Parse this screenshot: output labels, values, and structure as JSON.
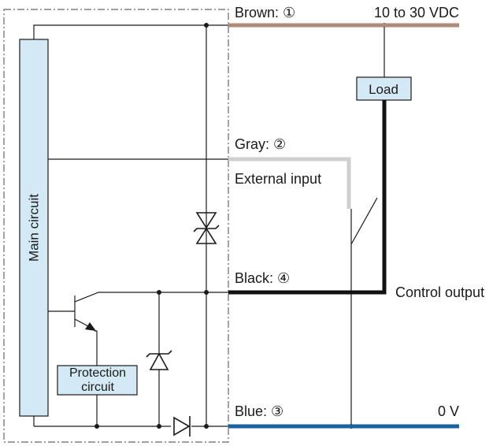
{
  "labels": {
    "brown": "Brown: ①",
    "supply": "10 to 30 VDC",
    "load": "Load",
    "gray": "Gray: ②",
    "external_input": "External input",
    "black": "Black: ④",
    "control_output": "Control output",
    "blue": "Blue: ③",
    "zero_v": "0 V",
    "main_circuit": "Main circuit",
    "protection_line1": "Protection",
    "protection_line2": "circuit"
  },
  "colors": {
    "brown_wire": "#b08a78",
    "gray_wire": "#cfcfcf",
    "black_wire": "#111111",
    "blue_wire": "#1a62a0",
    "box_fill": "#d3e9f6",
    "line": "#1a1a1a"
  }
}
